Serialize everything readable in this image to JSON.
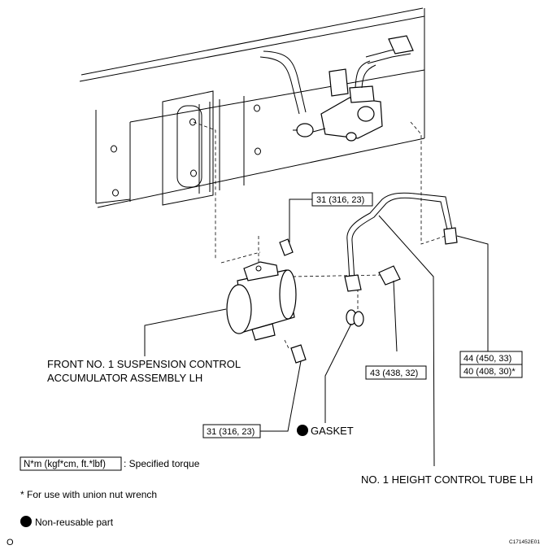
{
  "labels": {
    "torque_top_bolt": "31 (316, 23)",
    "torque_bottom_bolt": "31 (316, 23)",
    "torque_union": "43 (438, 32)",
    "torque_tube_line1": "44 (450, 33)",
    "torque_tube_line2": "40 (408, 30)*",
    "accumulator_line1": "FRONT NO. 1 SUSPENSION CONTROL",
    "accumulator_line2": "ACCUMULATOR ASSEMBLY LH",
    "gasket": "GASKET",
    "tube": "NO. 1 HEIGHT CONTROL TUBE LH",
    "legend_unit": "N*m (kgf*cm, ft.*lbf)",
    "legend_specified": ": Specified torque",
    "legend_note": "* For use with union nut wrench",
    "legend_nonreusable": "Non-reusable part",
    "corner_left": "O",
    "figure_code": "C171452E01"
  }
}
